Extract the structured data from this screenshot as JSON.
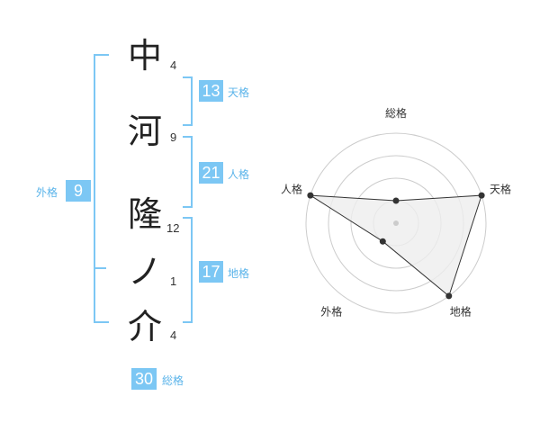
{
  "name": {
    "chars": [
      "中",
      "河",
      "隆",
      "ノ",
      "介"
    ],
    "strokes": [
      "4",
      "9",
      "12",
      "1",
      "4"
    ]
  },
  "fortune": {
    "tenkaku": {
      "value": "13",
      "label": "天格"
    },
    "jinkaku": {
      "value": "21",
      "label": "人格"
    },
    "chikaku": {
      "value": "17",
      "label": "地格"
    },
    "gaikaku": {
      "value": "9",
      "label": "外格"
    },
    "soukaku": {
      "value": "30",
      "label": "総格"
    }
  },
  "colors": {
    "accent": "#7cc7f4",
    "accent_text": "#5bb4ea",
    "bracket": "#7cc7f4",
    "radar_fill": "#eeeeee",
    "radar_line": "#333333",
    "grid": "#cccccc"
  },
  "chart_data": {
    "type": "radar",
    "axes": [
      "総格",
      "天格",
      "地格",
      "外格",
      "人格"
    ],
    "values": [
      1,
      4,
      4,
      1,
      4
    ],
    "range": [
      0,
      4
    ]
  }
}
